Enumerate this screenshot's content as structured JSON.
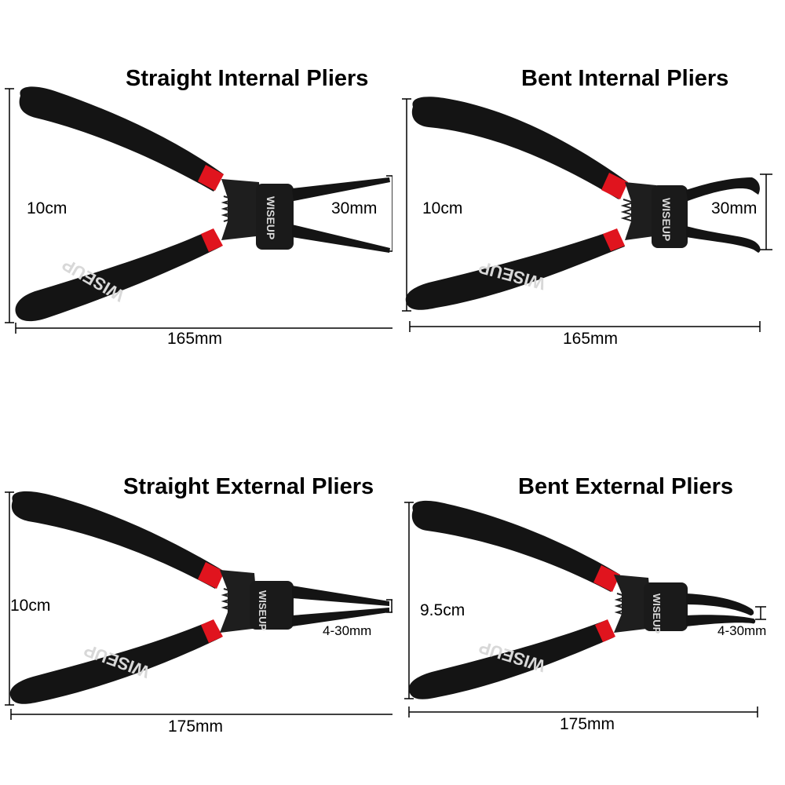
{
  "brand": "WISEUP",
  "colors": {
    "handle": "#141414",
    "grip_band": "#e0141e",
    "head": "#1e1e1e",
    "dimension_line": "#000000"
  },
  "panels": [
    {
      "title": "Straight Internal Pliers",
      "height_label": "10cm",
      "tip_label": "30mm",
      "length_label": "165mm"
    },
    {
      "title": "Bent Internal Pliers",
      "height_label": "10cm",
      "tip_label": "30mm",
      "length_label": "165mm"
    },
    {
      "title": "Straight External Pliers",
      "height_label": "10cm",
      "tip_label": "4-30mm",
      "length_label": "175mm"
    },
    {
      "title": "Bent External Pliers",
      "height_label": "9.5cm",
      "tip_label": "4-30mm",
      "length_label": "175mm"
    }
  ]
}
